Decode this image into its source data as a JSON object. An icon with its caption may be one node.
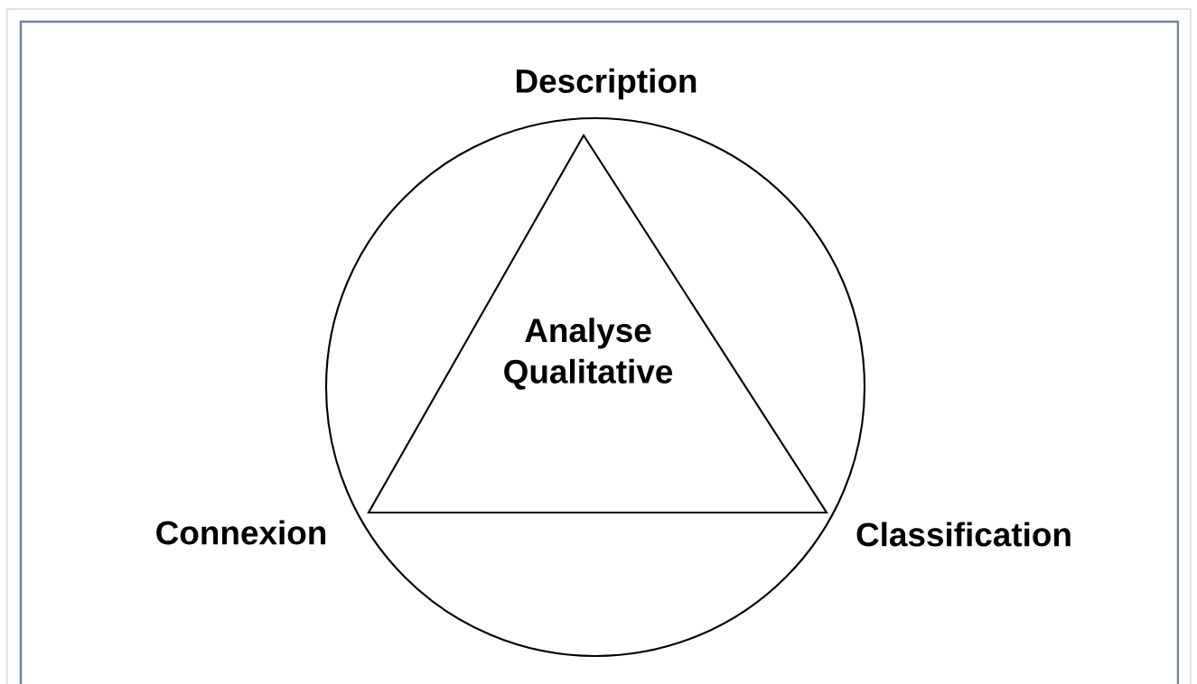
{
  "diagram": {
    "nodes": [
      {
        "text": [],
        "shape": "circle"
      },
      {
        "text": [
          "Analyse Qualitative"
        ],
        "in": 0
      }
    ],
    "labels": [
      "Description",
      "Connexion",
      "Classification"
    ]
  }
}
